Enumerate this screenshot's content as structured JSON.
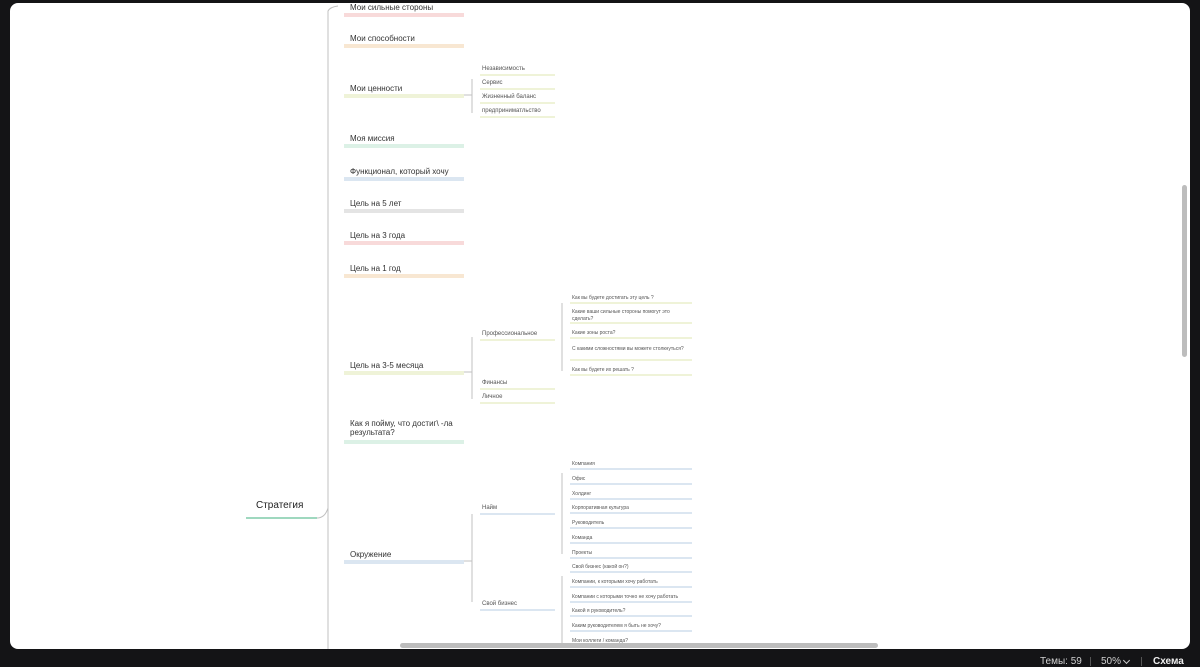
{
  "root": "Стратегия",
  "branches": [
    {
      "label": "Мои сильные стороны",
      "color": "#f0b4b4"
    },
    {
      "label": "Мои способности",
      "color": "#f2cfa4"
    },
    {
      "label": "Мои ценности",
      "color": "#dfe7b2",
      "children": [
        {
          "label": "Независимость"
        },
        {
          "label": "Сервис"
        },
        {
          "label": "Жизненный баланс"
        },
        {
          "label": "предприниматльство"
        }
      ]
    },
    {
      "label": "Моя миссия",
      "color": "#b8e3cd"
    },
    {
      "label": "Функционал, который хочу",
      "color": "#b7cde3"
    },
    {
      "label": "Цель на 5 лет",
      "color": "#c9c9c9"
    },
    {
      "label": "Цель на 3 года",
      "color": "#f0b4b4"
    },
    {
      "label": "Цель на 1 год",
      "color": "#f2cfa4"
    },
    {
      "label": "Цель на 3-5 месяца",
      "color": "#dfe7b2",
      "children": [
        {
          "label": "Профессиональное",
          "children": [
            {
              "label": "Как вы будете достигать эту цель ?"
            },
            {
              "label": "Какие ваши сильные стороны помогут это сделать?"
            },
            {
              "label": "Какие зоны роста?"
            },
            {
              "label": "С какими сложностями вы можете столкнуться?"
            },
            {
              "label": "Как вы будете их решать ?"
            }
          ]
        },
        {
          "label": "Финансы"
        },
        {
          "label": "Личное"
        }
      ]
    },
    {
      "label": "Как я пойму, что достиг\\ -ла результата?",
      "color": "#b8e3cd"
    },
    {
      "label": "Окружение",
      "color": "#b7cde3",
      "children": [
        {
          "label": "Найм",
          "children": [
            {
              "label": "Компания"
            },
            {
              "label": "Офис"
            },
            {
              "label": "Холдинг"
            },
            {
              "label": "Корпоративная культура"
            },
            {
              "label": "Руководитель"
            },
            {
              "label": "Команда"
            },
            {
              "label": "Проекты"
            }
          ]
        },
        {
          "label": "Свой бизнес",
          "children": [
            {
              "label": "Свой бизнес (какой он?)"
            },
            {
              "label": "Компании, к которыми хочу работать"
            },
            {
              "label": "Компании с которыми точно не хочу работать"
            },
            {
              "label": "Какой я руководитель?"
            },
            {
              "label": "Каким руководителем я быть не хочу?"
            },
            {
              "label": "Мои коллеги / команда?"
            }
          ]
        }
      ]
    }
  ],
  "status": {
    "topics": "Темы: 59",
    "zoom": "50%",
    "view": "Схема"
  }
}
